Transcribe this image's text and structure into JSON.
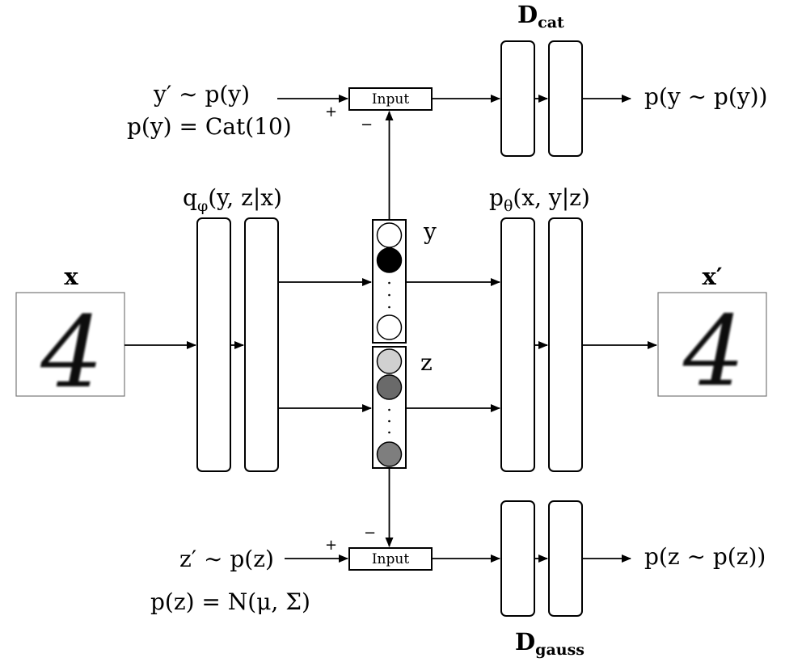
{
  "labels": {
    "x": "x",
    "x_prime": "x′",
    "encoder": "q",
    "encoder_sub": "φ",
    "encoder_args": "(y, z|x)",
    "decoder": "p",
    "decoder_sub": "θ",
    "decoder_args": "(x, y|z)",
    "y": "y",
    "z": "z",
    "d_cat": "D",
    "d_cat_sub": "cat",
    "d_gauss": "D",
    "d_gauss_sub": "gauss",
    "y_prior_sample": "y′ ∼ p(y)",
    "y_prior_dist": "p(y) = Cat(10)",
    "z_prior_sample": "z′ ∼ p(z)",
    "z_prior_dist": "p(z) = N(μ, Σ)",
    "out_cat": "p(y ∼ p(y))",
    "out_gauss": "p(z ∼ p(z))",
    "input_top": "Input",
    "input_bottom": "Input",
    "plus": "+",
    "minus": "−",
    "digit_in": "4",
    "digit_out": "4"
  },
  "colors": {
    "y_node_1": "#ffffff",
    "y_node_2": "#000000",
    "y_node_3": "#ffffff",
    "z_node_1": "#d0d0d0",
    "z_node_2": "#6a6a6a",
    "z_node_3": "#7e7e7e"
  },
  "icons": {
    "digit_image": "handwritten-digit-image"
  }
}
